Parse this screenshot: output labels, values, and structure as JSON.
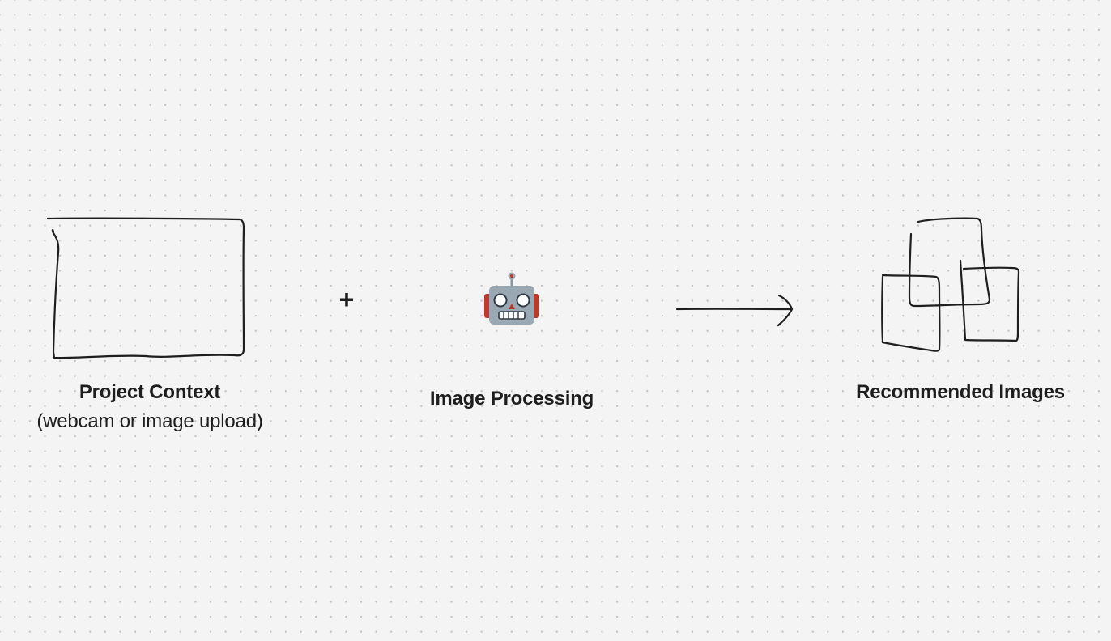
{
  "nodes": {
    "context": {
      "title": "Project Context",
      "subtitle": "(webcam or image upload)",
      "icon": "empty-frame-sketch"
    },
    "operator": {
      "symbol": "+"
    },
    "processing": {
      "title": "Image Processing",
      "icon": "robot-icon"
    },
    "flow": {
      "icon": "arrow-right-icon"
    },
    "output": {
      "title": "Recommended Images",
      "icon": "stacked-frames-sketch"
    }
  },
  "colors": {
    "background": "#f4f4f4",
    "dots": "#c4c4c4",
    "ink": "#1e1e1e",
    "robot_body": "#9aa8b4",
    "robot_ears": "#c0392b"
  }
}
